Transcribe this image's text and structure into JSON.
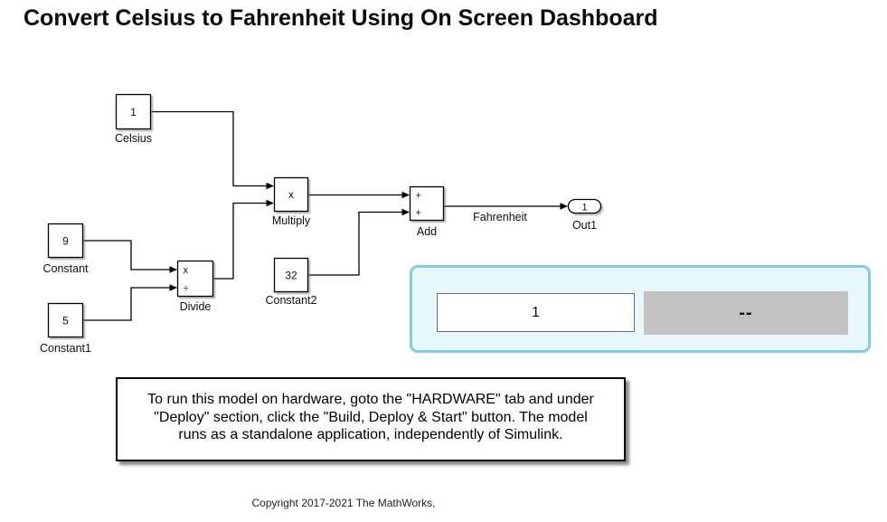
{
  "title": "Convert Celsius to Fahrenheit Using On Screen Dashboard",
  "diagram": {
    "blocks": {
      "celsius": {
        "value": "1",
        "label": "Celsius"
      },
      "constant": {
        "value": "9",
        "label": "Constant"
      },
      "constant1": {
        "value": "5",
        "label": "Constant1"
      },
      "constant2": {
        "value": "32",
        "label": "Constant2"
      },
      "divide": {
        "label": "Divide",
        "port1": "x",
        "port2": "÷"
      },
      "multiply": {
        "label": "Multiply",
        "operator": "x"
      },
      "add": {
        "label": "Add",
        "port1": "+",
        "port2": "+"
      },
      "out1": {
        "value": "1",
        "label": "Out1"
      }
    },
    "signal_label": "Fahrenheit"
  },
  "dashboard": {
    "edit_value": "1",
    "display_value": "--"
  },
  "annotation": {
    "line1": "To run this model on hardware, goto the \"HARDWARE\" tab and under",
    "line2": "\"Deploy\" section, click the \"Build, Deploy & Start\" button. The model",
    "line3": "runs as a standalone application, independently of Simulink."
  },
  "footer": {
    "copyright": "Copyright 2017-2021 The MathWorks,"
  },
  "colors": {
    "panel_border": "#7ccdf1",
    "panel_fill": "#e8f8fc",
    "display_fill": "#c2c2c2",
    "block_fill": "#ffffff",
    "wire": "#000000"
  }
}
